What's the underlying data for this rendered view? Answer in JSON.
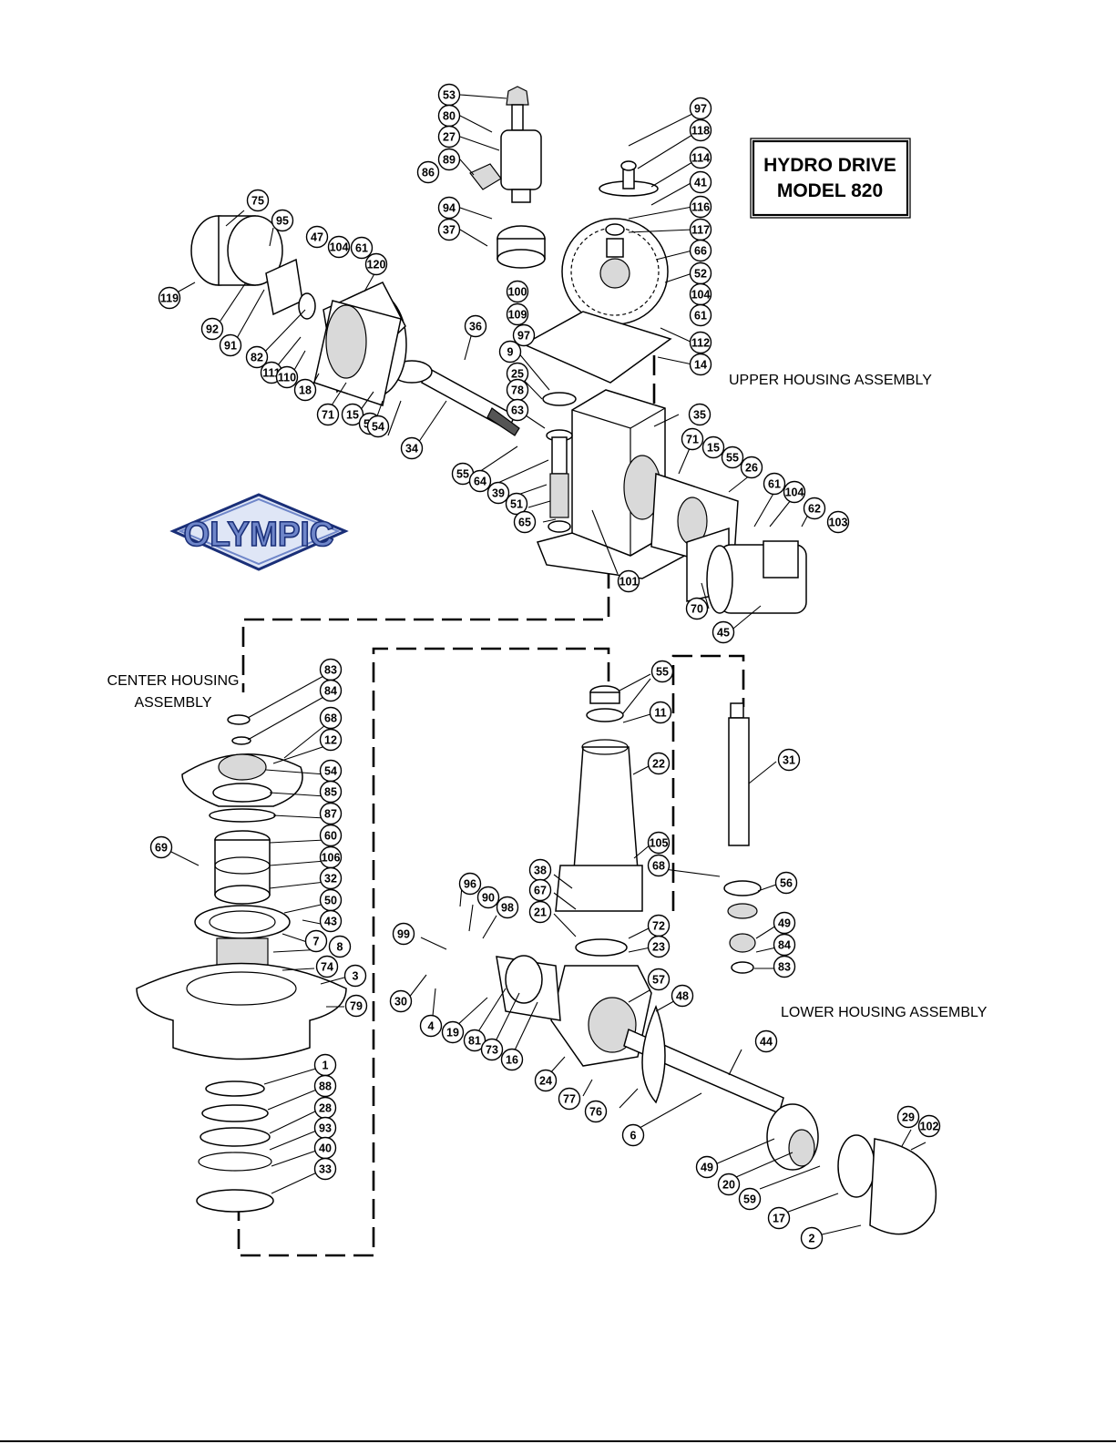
{
  "title": {
    "line1": "HYDRO DRIVE",
    "line2": "MODEL 820"
  },
  "logo": {
    "text": "OLYMPIC",
    "colors": {
      "fill": "#6f86c9",
      "border": "#1a2f78"
    }
  },
  "sections": {
    "upper": "UPPER HOUSING ASSEMBLY",
    "center_line1": "CENTER HOUSING",
    "center_line2": "ASSEMBLY",
    "lower": "LOWER HOUSING ASSEMBLY"
  },
  "callouts": {
    "upper": [
      "53",
      "80",
      "27",
      "89",
      "86",
      "94",
      "37",
      "97",
      "118",
      "114",
      "41",
      "116",
      "117",
      "66",
      "52",
      "104",
      "61",
      "112",
      "14",
      "100",
      "109",
      "97",
      "9",
      "25",
      "78",
      "63",
      "36",
      "35",
      "71",
      "15",
      "55",
      "26",
      "61",
      "104",
      "62",
      "103",
      "55",
      "64",
      "39",
      "51",
      "65",
      "101",
      "70",
      "45",
      "34",
      "75",
      "95",
      "47",
      "104",
      "61",
      "120",
      "119",
      "92",
      "91",
      "82",
      "111",
      "110",
      "18",
      "71",
      "15",
      "58",
      "54"
    ],
    "center": [
      "83",
      "84",
      "68",
      "12",
      "54",
      "85",
      "87",
      "60",
      "69",
      "106",
      "32",
      "50",
      "43",
      "7",
      "8",
      "74",
      "3",
      "79",
      "1",
      "88",
      "28",
      "93",
      "40",
      "33"
    ],
    "lower": [
      "55",
      "11",
      "22",
      "31",
      "105",
      "68",
      "38",
      "67",
      "21",
      "96",
      "90",
      "98",
      "99",
      "72",
      "23",
      "56",
      "49",
      "84",
      "83",
      "57",
      "48",
      "30",
      "4",
      "19",
      "81",
      "73",
      "16",
      "24",
      "77",
      "76",
      "44",
      "6",
      "29",
      "102",
      "49",
      "20",
      "59",
      "17",
      "2"
    ]
  }
}
